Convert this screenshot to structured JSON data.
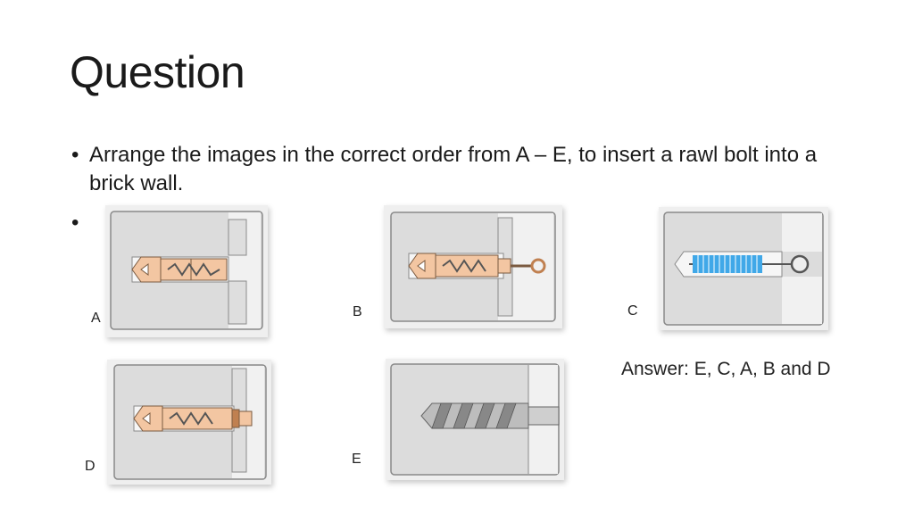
{
  "slide": {
    "title": "Question",
    "bullet_text": "Arrange the images in the correct order from A – E, to insert a rawl bolt into a brick wall.",
    "bullet_glyph": "•",
    "answer": "Answer: E, C, A, B and D"
  },
  "figures": [
    {
      "label": "A",
      "depicts": "rawl-bolt-in-hole"
    },
    {
      "label": "B",
      "depicts": "eye-bolt-in-hole"
    },
    {
      "label": "C",
      "depicts": "brush-in-hole"
    },
    {
      "label": "D",
      "depicts": "hex-bolt-tightened"
    },
    {
      "label": "E",
      "depicts": "drill-bit-in-hole"
    }
  ],
  "colors": {
    "wall": "#dedede",
    "outline": "#8a8a8a",
    "anchor": "#f3c6a2",
    "brush": "#40a8e8"
  }
}
